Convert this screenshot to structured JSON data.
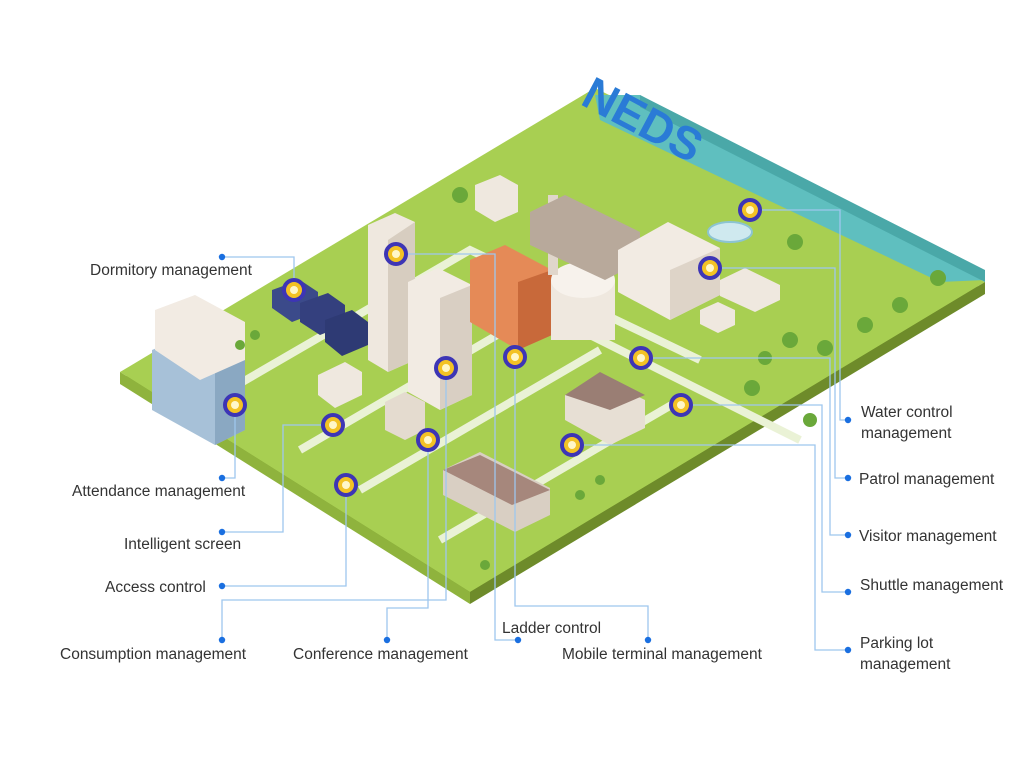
{
  "brand": {
    "logo_text": "NEDS"
  },
  "colors": {
    "ground": "#a8cf52",
    "ground_edge": "#7e9c33",
    "water": "#5fbfbf",
    "connector": "#9ec7ee",
    "dot": "#1a6fe0",
    "marker_ring": "#3d35b5",
    "marker_fill": "#f3c224"
  },
  "labels": {
    "dormitory": "Dormitory management",
    "attendance": "Attendance management",
    "intelligent_screen": "Intelligent screen",
    "access_control": "Access control",
    "consumption": "Consumption management",
    "conference": "Conference management",
    "ladder": "Ladder control",
    "mobile_terminal": "Mobile terminal management",
    "water_control": "Water control management",
    "patrol": "Patrol management",
    "visitor": "Visitor management",
    "shuttle": "Shuttle management",
    "parking_lot": "Parking lot management"
  }
}
